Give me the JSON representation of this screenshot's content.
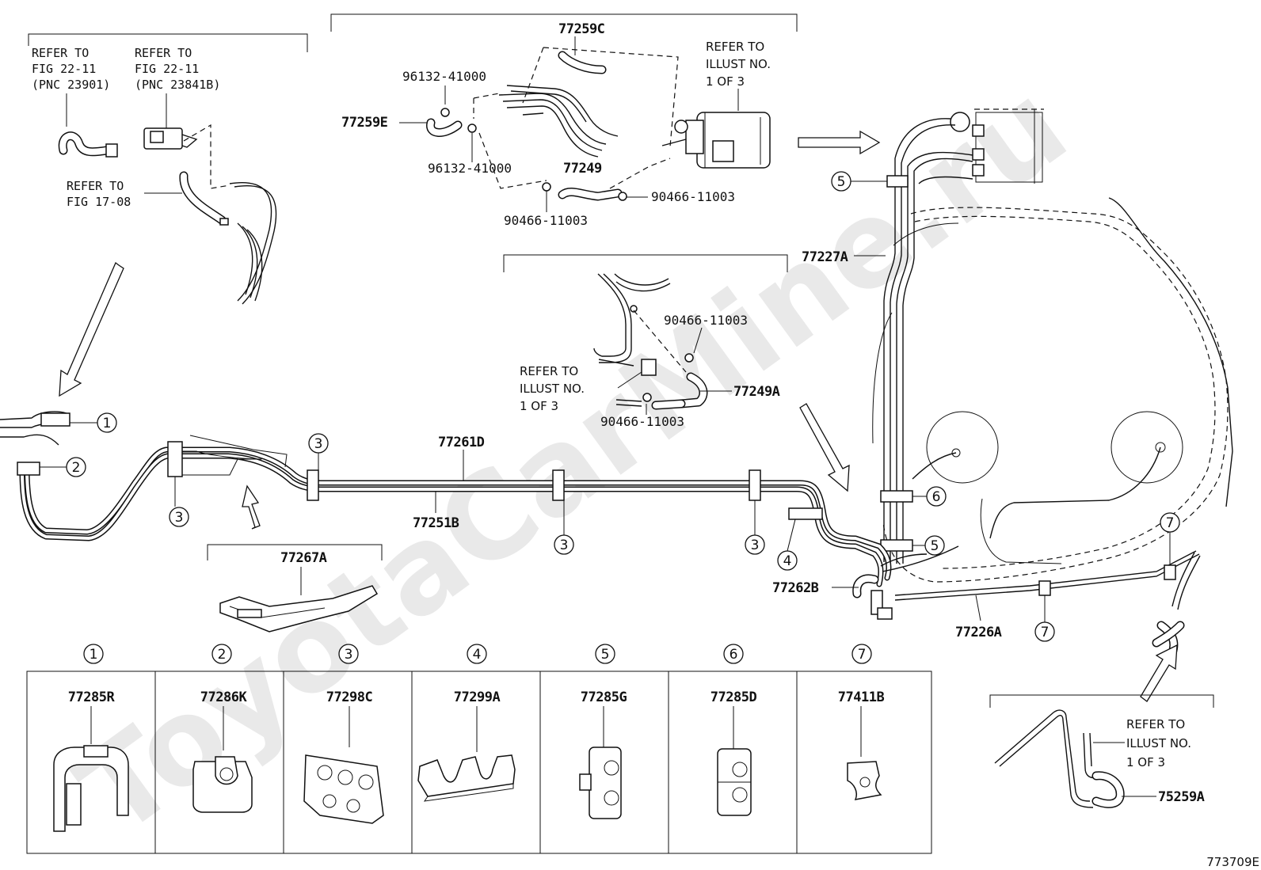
{
  "watermark": "ToyotaCarMine.ru",
  "figure_code": "773709E",
  "refs": {
    "fig_22_11_a": [
      "REFER TO",
      "FIG 22-11",
      "(PNC 23901)"
    ],
    "fig_22_11_b": [
      "REFER TO",
      "FIG 22-11",
      "(PNC 23841B)"
    ],
    "fig_17_08": [
      "REFER TO",
      "FIG 17-08"
    ],
    "illust_1of3_top": [
      "REFER TO",
      "ILLUST NO.",
      "1 OF 3"
    ],
    "illust_1of3_mid": [
      "REFER TO",
      "ILLUST NO.",
      "1 OF 3"
    ],
    "illust_1of3_bottom": [
      "REFER TO",
      "ILLUST NO.",
      "1 OF 3"
    ]
  },
  "part_numbers": {
    "p77259C": "77259C",
    "p96132_a": "96132-41000",
    "p77259E": "77259E",
    "p96132_b": "96132-41000",
    "p77249": "77249",
    "p90466_a": "90466-11003",
    "p90466_b": "90466-11003",
    "p90466_c": "90466-11003",
    "p77249A": "77249A",
    "p90466_d": "90466-11003",
    "p77227A": "77227A",
    "p77261D": "77261D",
    "p77251B": "77251B",
    "p77267A": "77267A",
    "p77262B": "77262B",
    "p77226A": "77226A",
    "p75259A": "75259A"
  },
  "callouts": {
    "c1": "1",
    "c2": "2",
    "c3a": "3",
    "c3b": "3",
    "c3c": "3",
    "c3d": "3",
    "c4": "4",
    "c5a": "5",
    "c5b": "5",
    "c6": "6",
    "c7a": "7",
    "c7b": "7"
  },
  "clip_table": [
    {
      "index": "1",
      "part": "77285R"
    },
    {
      "index": "2",
      "part": "77286K"
    },
    {
      "index": "3",
      "part": "77298C"
    },
    {
      "index": "4",
      "part": "77299A"
    },
    {
      "index": "5",
      "part": "77285G"
    },
    {
      "index": "6",
      "part": "77285D"
    },
    {
      "index": "7",
      "part": "77411B"
    }
  ]
}
